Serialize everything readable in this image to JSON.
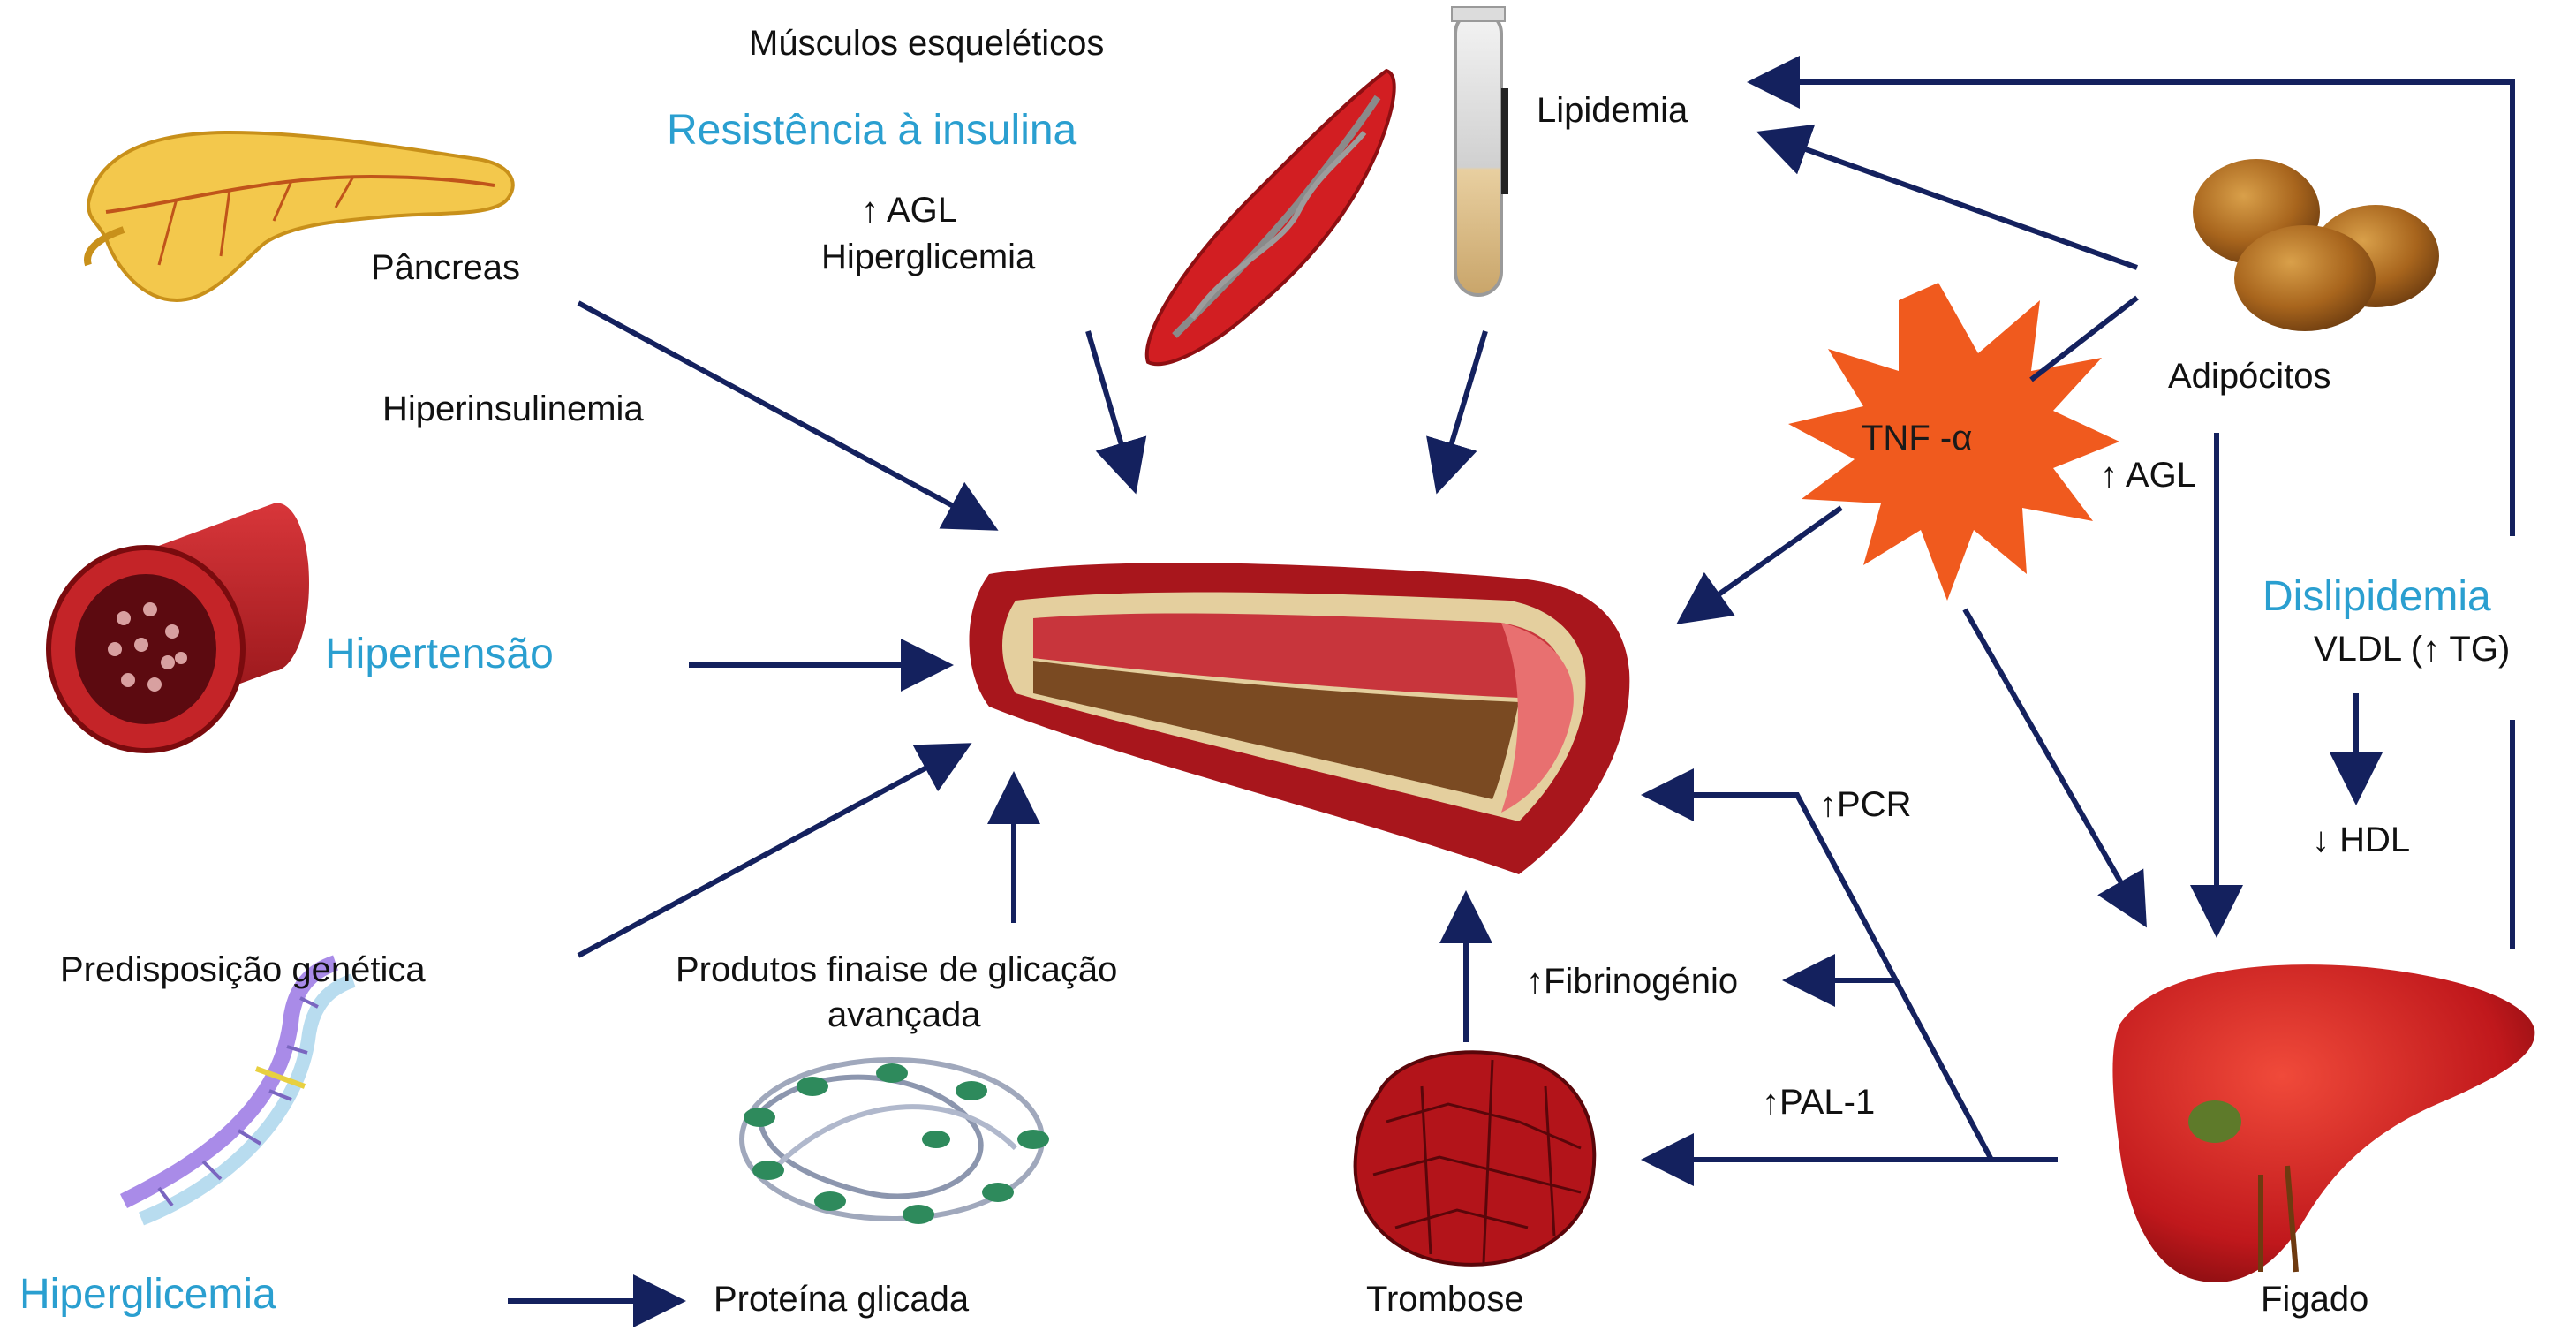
{
  "labels": {
    "musculos": "Músculos esqueléticos",
    "resistencia": "Resistência à insulina",
    "agl_up": "↑ AGL",
    "hiperglicemia_small": "Hiperglicemia",
    "lipidemia": "Lipidemia",
    "pancreas": "Pâncreas",
    "hiperinsulinemia": "Hiperinsulinemia",
    "adipocitos": "Adipócitos",
    "tnf": "TNF -α",
    "agl_tnf": "↑ AGL",
    "hipertensao": "Hipertensão",
    "dislipidemia": "Dislipidemia",
    "vldl": "VLDL (↑ TG)",
    "hdl": "↓ HDL",
    "pcr": "↑PCR",
    "fibrinogenio": "↑Fibrinogénio",
    "pal": "↑PAL-1",
    "predisposicao": "Predisposição genética",
    "produtos_line1": "Produtos finaise de glicação",
    "produtos_line2": "avançada",
    "hiperglicemia_main": "Hiperglicemia",
    "proteina": "Proteína glicada",
    "trombose": "Trombose",
    "figado": "Figado"
  },
  "colors": {
    "arrow": "#14215e",
    "accent_text": "#2a9fd0",
    "tnf_burst": "#f05a1e",
    "vessel": "#b51d22",
    "liver": "#c0181c"
  },
  "icons": [
    "pancreas-icon",
    "muscle-cell-icon",
    "blood-tube-icon",
    "adipocytes-icon",
    "blood-vessel-icon",
    "artery-plaque-icon",
    "dna-icon",
    "glycated-protein-icon",
    "thrombus-icon",
    "liver-icon"
  ]
}
